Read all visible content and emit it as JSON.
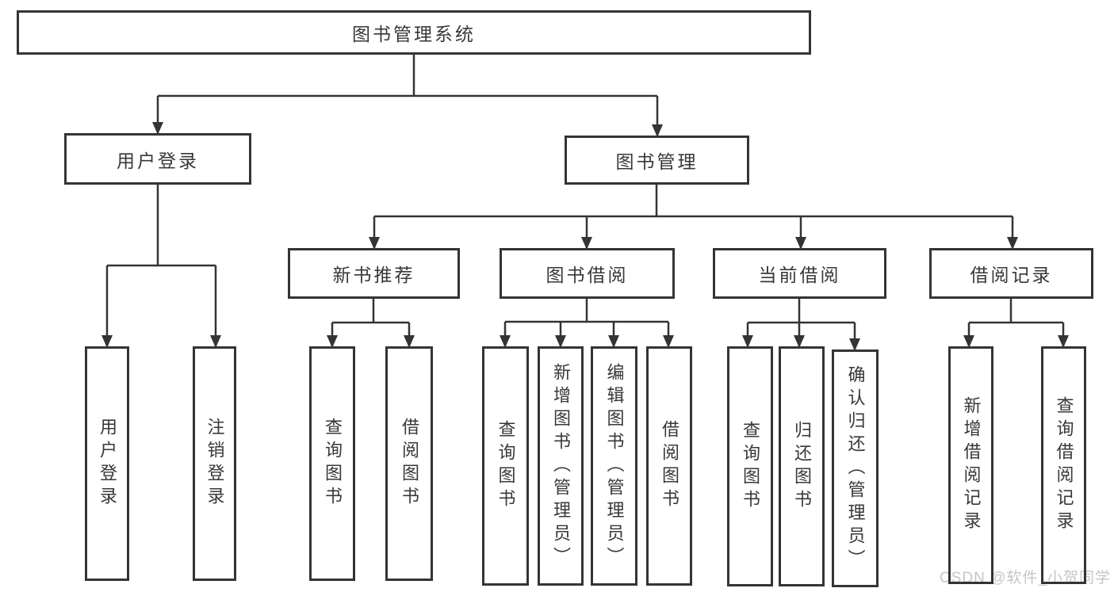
{
  "title": "图书管理系统",
  "level1": [
    {
      "label": "用户登录"
    },
    {
      "label": "图书管理"
    }
  ],
  "level2": [
    {
      "label": "新书推荐"
    },
    {
      "label": "图书借阅"
    },
    {
      "label": "当前借阅"
    },
    {
      "label": "借阅记录"
    }
  ],
  "leaves": {
    "user_login": [
      "用户登录",
      "注销登录"
    ],
    "new_book_recommend": [
      "查询图书",
      "借阅图书"
    ],
    "book_borrow": [
      "查询图书",
      "新增图书（管理员）",
      "编辑图书（管理员）",
      "借阅图书"
    ],
    "current_borrow": [
      "查询图书",
      "归还图书",
      "确认归还（管理员）"
    ],
    "borrow_record": [
      "新增借阅记录",
      "查询借阅记录"
    ]
  },
  "watermark": "CSDN @软件_小贺同学",
  "colors": {
    "line": "#333436",
    "text": "#36383b",
    "watermark": "#c6c6c6",
    "background": "#ffffff"
  }
}
